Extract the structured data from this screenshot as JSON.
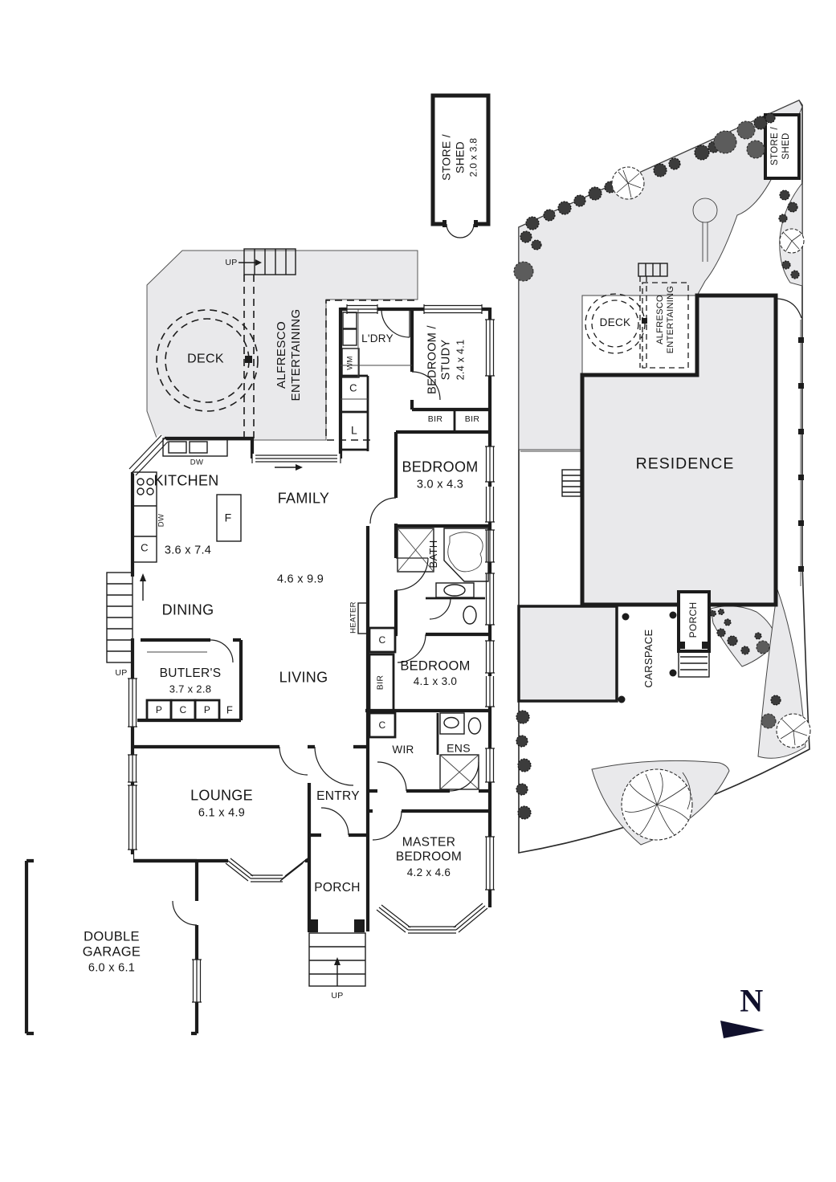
{
  "colors": {
    "ink": "#1c1c1c",
    "fill_light": "#e9e9eb",
    "navy": "#10102c"
  },
  "floor_plan": {
    "store_shed": {
      "name": "STORE /\nSHED",
      "dim": "2.0 x 3.8"
    },
    "deck": {
      "name": "DECK"
    },
    "alfresco": {
      "name": "ALFRESCO\nENTERTAINING"
    },
    "laundry": {
      "name": "L'DRY"
    },
    "bed_study": {
      "name": "BEDROOM /\nSTUDY",
      "dim": "2.4 x 4.1"
    },
    "bedroom2": {
      "name": "BEDROOM",
      "dim": "3.0 x 4.3"
    },
    "kitchen": {
      "name": "KITCHEN",
      "dim": "3.6 x 7.4"
    },
    "family": {
      "name": "FAMILY",
      "dim": "4.6 x 9.9"
    },
    "dining": {
      "name": "DINING"
    },
    "butlers": {
      "name": "BUTLER'S",
      "dim": "3.7 x 2.8"
    },
    "living": {
      "name": "LIVING"
    },
    "bath": {
      "name": "BATH"
    },
    "bedroom3": {
      "name": "BEDROOM",
      "dim": "4.1 x 3.0"
    },
    "wir": {
      "name": "WIR"
    },
    "ens": {
      "name": "ENS"
    },
    "lounge": {
      "name": "LOUNGE",
      "dim": "6.1 x 4.9"
    },
    "entry": {
      "name": "ENTRY"
    },
    "porch": {
      "name": "PORCH"
    },
    "master": {
      "name": "MASTER\nBEDROOM",
      "dim": "4.2 x 4.6"
    },
    "garage": {
      "name": "DOUBLE\nGARAGE",
      "dim": "6.0 x 6.1"
    }
  },
  "small_labels": {
    "up": "UP",
    "dw": "DW",
    "wm": "WM",
    "c": "C",
    "l": "L",
    "f": "F",
    "p": "P",
    "bir": "BIR",
    "heater": "HEATER"
  },
  "site_plan": {
    "residence": "RESIDENCE",
    "deck": "DECK",
    "alfresco": "ALFRESCO\nENTERTAINING",
    "porch": "PORCH",
    "carspace": "CARSPACE",
    "store_shed": "STORE /\nSHED",
    "north": "N"
  }
}
